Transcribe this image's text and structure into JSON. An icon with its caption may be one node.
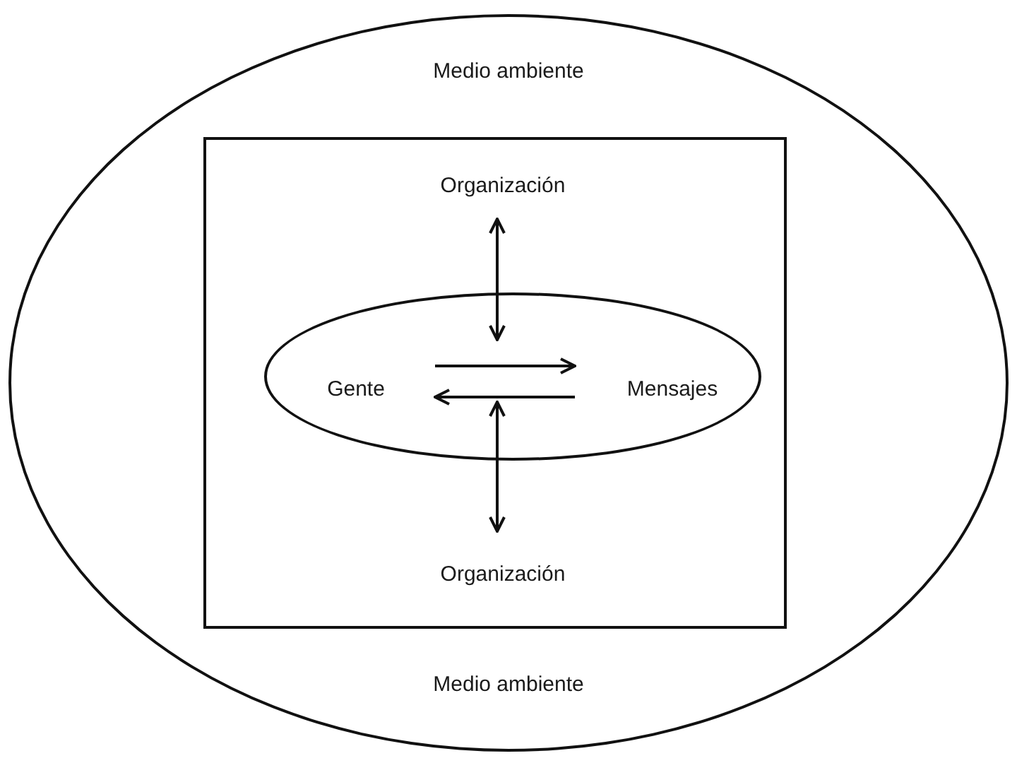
{
  "diagram": {
    "nodes": [
      {
        "text": [
          "Medio ambiente",
          "Medio ambiente"
        ]
      },
      {
        "text": [],
        "shape": "box",
        "in": 0
      },
      {
        "text": [
          "Organización"
        ],
        "in": 1
      },
      {
        "text": [],
        "shape": "ellipse",
        "in": 1
      },
      {
        "text": [
          "Gente"
        ],
        "in": 3
      },
      {
        "text": [
          "Mensajes"
        ],
        "in": 3
      },
      {
        "text": [
          "Organización"
        ],
        "in": 1
      }
    ],
    "edges": [
      {
        "from": 2,
        "to": 3,
        "arrow": "both"
      },
      {
        "from": 4,
        "to": 5,
        "arrow": "to"
      },
      {
        "from": 5,
        "to": 4,
        "arrow": "to"
      },
      {
        "from": 6,
        "to": 3,
        "arrow": "both"
      }
    ]
  }
}
